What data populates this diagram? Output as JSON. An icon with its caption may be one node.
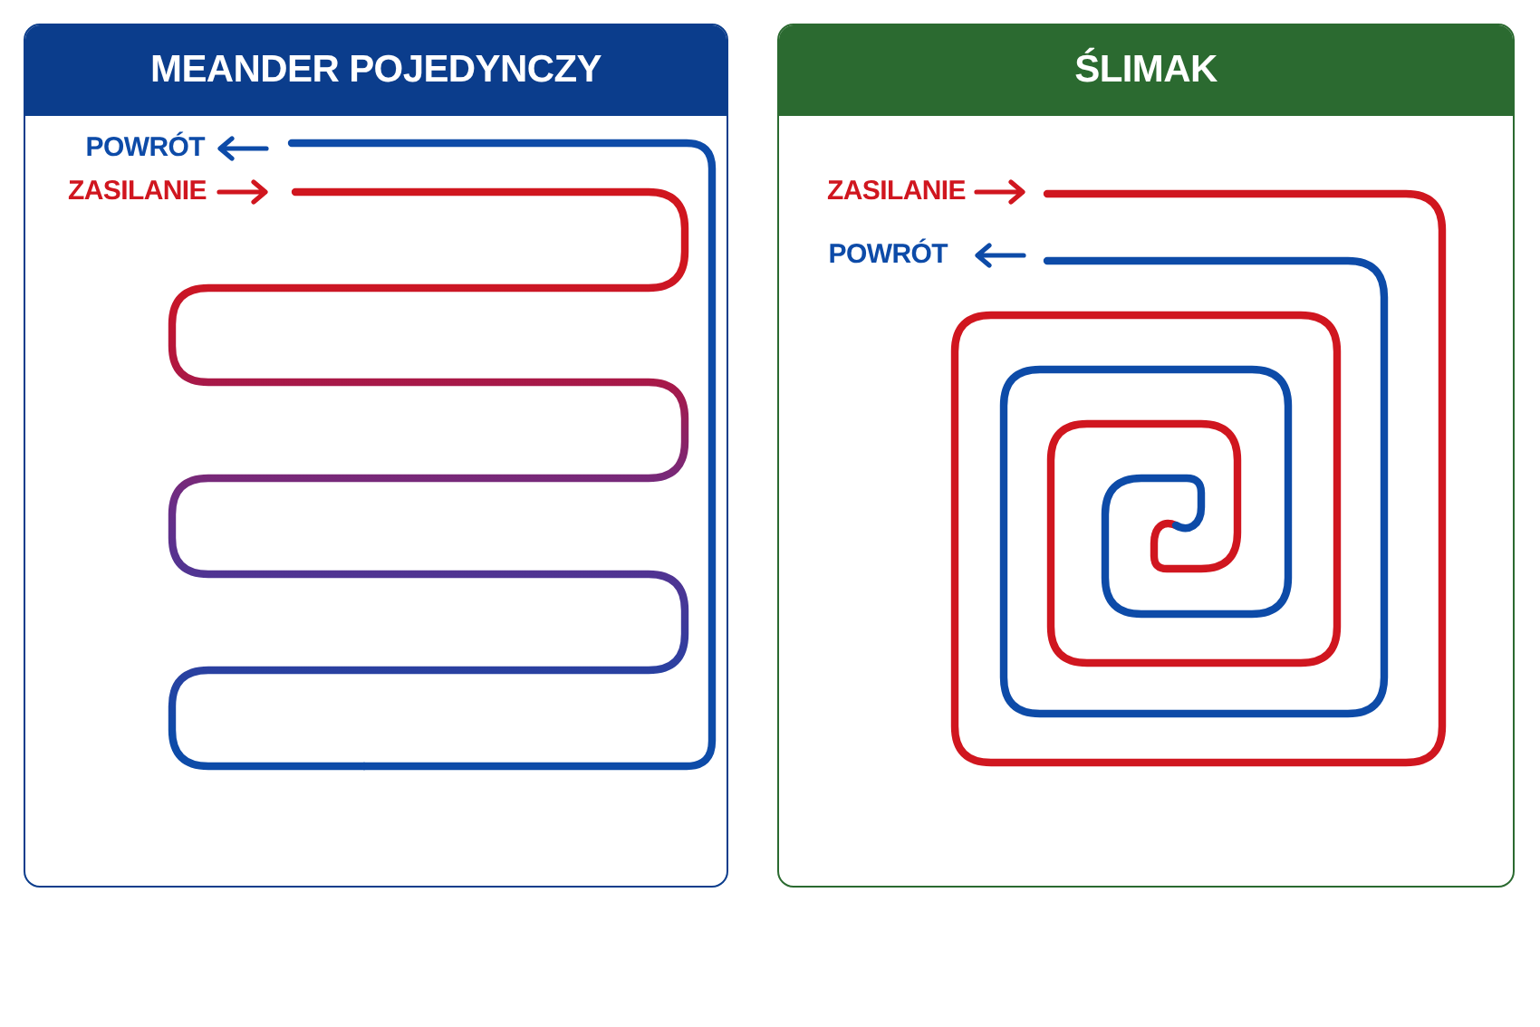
{
  "diagram": {
    "nodes": [
      {
        "text": [
          "MEANDER POJEDYNCZY"
        ]
      },
      {
        "text": [
          "ŚLIMAK"
        ]
      }
    ],
    "labels": [
      "POWRÓT",
      "ZASILANIE",
      "ZASILANIE",
      "POWRÓT"
    ]
  }
}
